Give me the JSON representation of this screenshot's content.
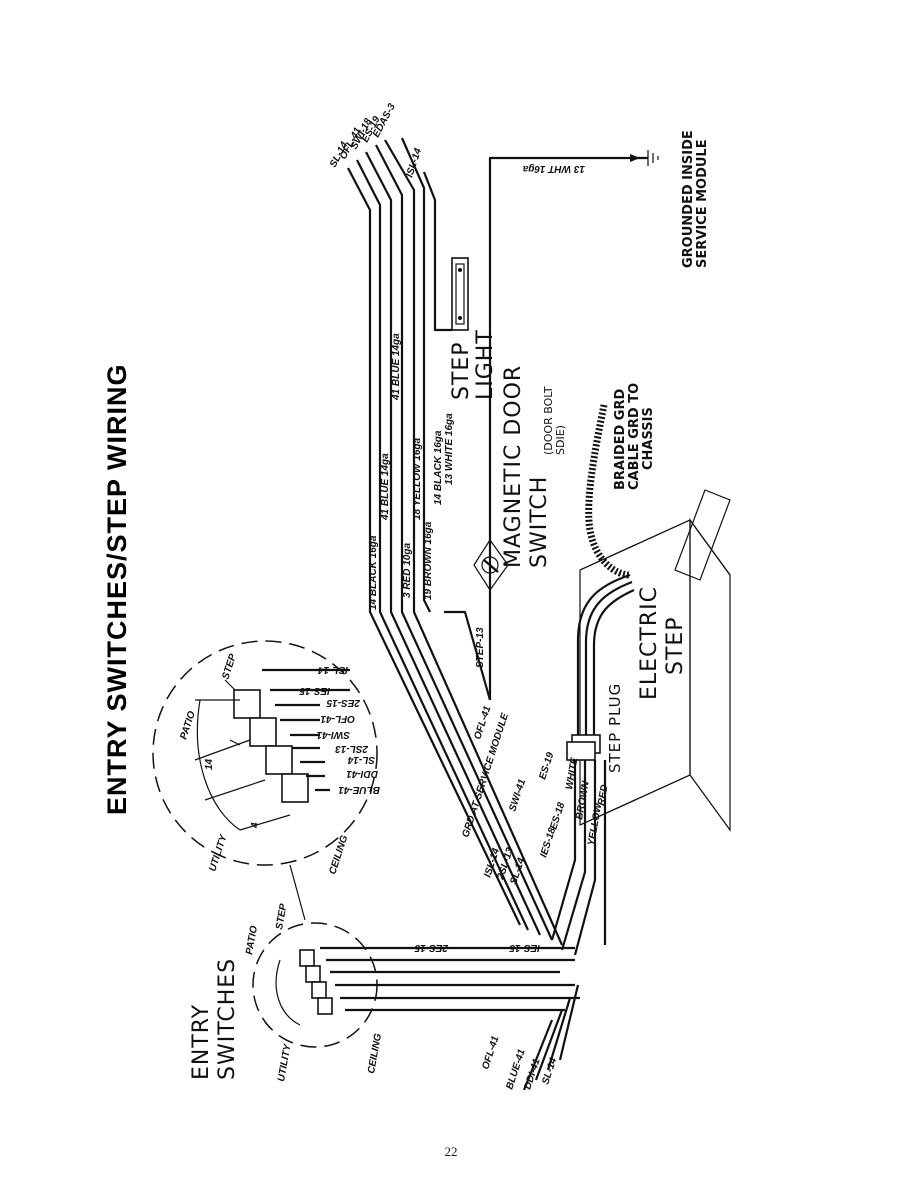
{
  "title": "ENTRY SWITCHES/STEP WIRING",
  "page_number": "22",
  "components": {
    "entry_switches": [
      "ENTRY",
      "SWITCHES"
    ],
    "electric_step": [
      "ELECTRIC",
      "STEP"
    ],
    "step_light": [
      "STEP",
      "LIGHT"
    ],
    "magnetic_door": [
      "MAGNETIC DOOR",
      "SWITCH",
      "(DOOR BOLT",
      "SDIE)"
    ],
    "braided": [
      "BRAIDED GRD",
      "CABLE GRD TO",
      "CHASSIS"
    ],
    "grounded": [
      "GROUNDED INSIDE",
      "SERVICE MODULE"
    ],
    "step_plug": "STEP PLUG"
  },
  "switch_positions": {
    "patio": "PATIO",
    "step": "STEP",
    "utility": "UTILITY",
    "ceiling": "CEILING"
  },
  "detail_switch_positions": {
    "patio": "PATIO",
    "step": "STEP",
    "utility": "UTILITY",
    "ceiling": "CEILING",
    "num_14": "14",
    "num_4": "4"
  },
  "wire_labels": {
    "black14": "14 BLACK 16ga",
    "blue41a": "41 BLUE 14ga",
    "blue41b": "41 BLUE 14ga",
    "red3": "3 RED 10ga",
    "yellow18": "18 YELLOW 16ga",
    "brown19": "19 BROWN 16ga",
    "black14b": "14 BLACK 16ga",
    "white13": "13 WHITE 16ga",
    "wht13": "13 WHT 16ga",
    "step13": "STEP-13",
    "grd_at_service": "GRD AT SERVICE MODULE",
    "white": "WHITE",
    "brown": "BROWN",
    "yellow": "YELLOW",
    "red": "RED"
  },
  "top_tags": [
    "SL-14",
    "OFL-41",
    "SWI-18",
    "ES-19",
    "EDAS-3",
    "ISL-14"
  ],
  "circle_tags": [
    "ISL-14",
    "IES-15",
    "2ES-15",
    "OFL-41",
    "SWI-41",
    "2SL-13",
    "SL-14",
    "DDI-41",
    "BLUE-41"
  ],
  "bottom_tags": [
    "ISL-14",
    "2SL-13",
    "SL-14",
    "IES-18",
    "ES-18",
    "SWI-41",
    "OFL-41",
    "ES-19"
  ],
  "mid_tags": [
    "IES-15",
    "2ES-15"
  ],
  "lower_tags": [
    "OFL-41",
    "BLUE-41",
    "DDI-41",
    "SL-14"
  ]
}
